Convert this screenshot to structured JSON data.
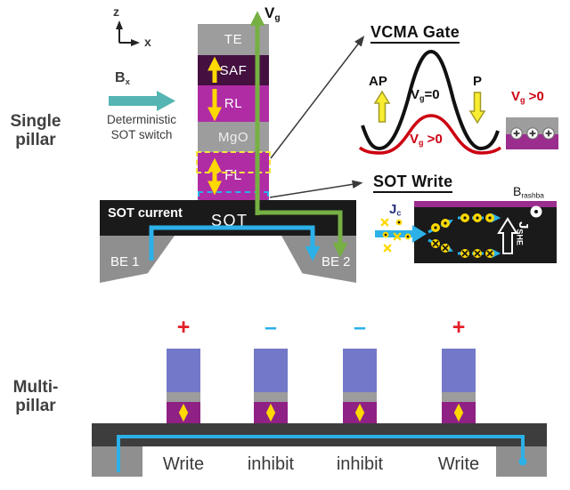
{
  "colors": {
    "layer_gray": "#9d9d9d",
    "saf_purple": "#431040",
    "magenta": "#b02ca5",
    "sot_black": "#1a1a1a",
    "be_gray": "#8f8f8f",
    "bar_dark": "#3d3d3d",
    "multi_blue": "#7379c8",
    "multi_purple": "#8f2185",
    "green_arrow": "#76b043",
    "blue_arrow": "#2bb1e8",
    "teal_arrow": "#55b5b2",
    "yellow": "#ffd800",
    "red_curve": "#cc0011",
    "plus_red": "#e32028",
    "text_dark": "#3a3a3a"
  },
  "single": {
    "section_label": [
      "Single",
      "pillar"
    ],
    "axis_z": "z",
    "axis_x": "x",
    "bx": {
      "main": "B",
      "sub": "x"
    },
    "caption": [
      "Deterministic",
      "SOT switch"
    ],
    "vg": {
      "main": "V",
      "sub": "g"
    },
    "layers": [
      {
        "label": "TE"
      },
      {
        "label": "SAF"
      },
      {
        "label": "RL"
      },
      {
        "label": "MgO"
      },
      {
        "label": "FL"
      }
    ],
    "sot_current": "SOT current",
    "sot": "SOT",
    "be1": "BE 1",
    "be2": "BE 2"
  },
  "vcma": {
    "title": "VCMA Gate",
    "ap": "AP",
    "p": "P",
    "vg_zero": {
      "main": "V",
      "sub": "g",
      "tail": "=0"
    },
    "vg_pos_curve": {
      "main": "V",
      "sub": "g",
      "tail": " >0"
    },
    "vg_pos_cap": {
      "main": "V",
      "sub": "g",
      "tail": " >0"
    }
  },
  "sot_write": {
    "title": "SOT Write",
    "b_rashba": {
      "main": "B",
      "sub": "rashba"
    },
    "jc": {
      "main": "J",
      "sub": "c"
    },
    "j_she": {
      "main": "J",
      "sub": "SHE"
    }
  },
  "multi": {
    "section_label": [
      "Multi-",
      "pillar"
    ],
    "pillars": [
      {
        "polarity": "+",
        "mode": "Write"
      },
      {
        "polarity": "–",
        "mode": "inhibit"
      },
      {
        "polarity": "–",
        "mode": "inhibit"
      },
      {
        "polarity": "+",
        "mode": "Write"
      }
    ]
  }
}
